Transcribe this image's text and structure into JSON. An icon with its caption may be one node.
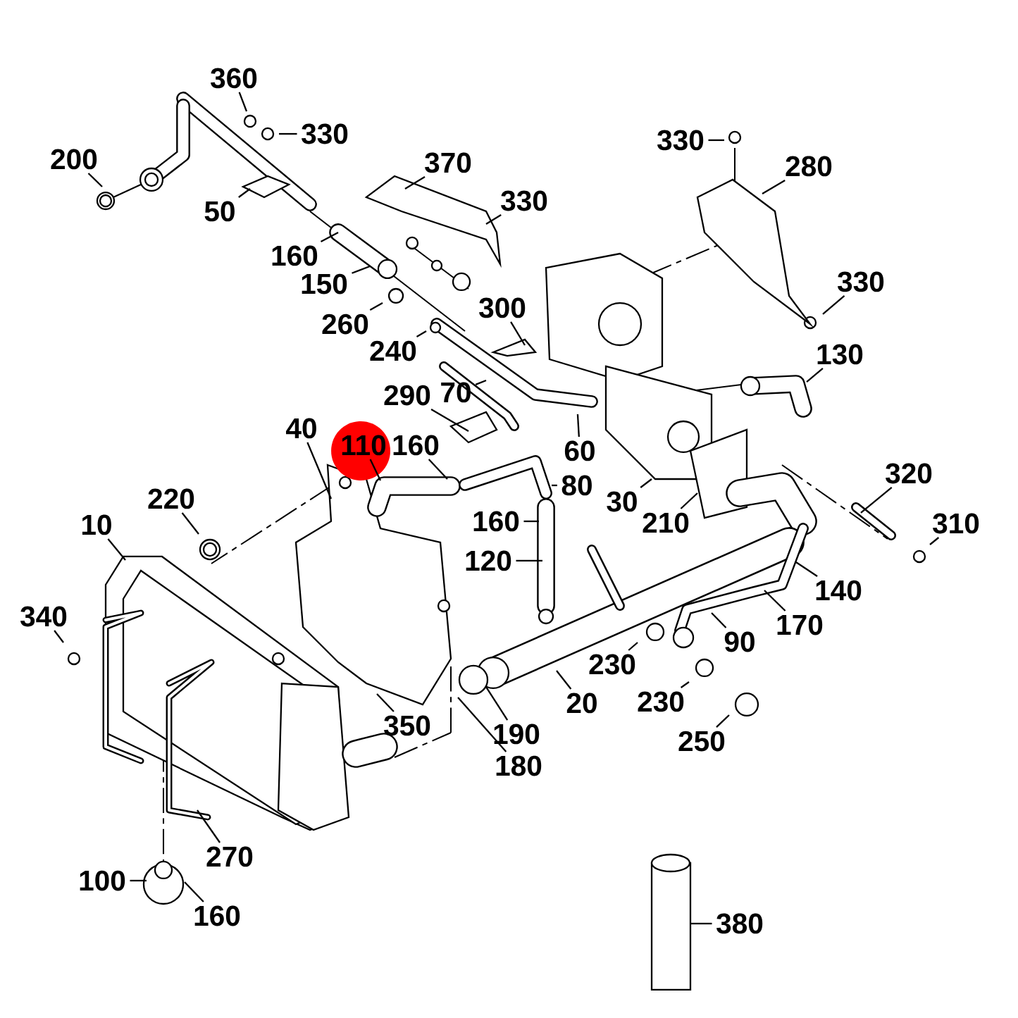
{
  "diagram": {
    "nodes": [
      {
        "text": [
          "360"
        ]
      },
      {
        "text": [
          "330"
        ]
      },
      {
        "text": [
          "200"
        ]
      },
      {
        "text": [
          "50"
        ]
      },
      {
        "text": [
          "370"
        ]
      },
      {
        "text": [
          "330"
        ]
      },
      {
        "text": [
          "160"
        ]
      },
      {
        "text": [
          "150"
        ]
      },
      {
        "text": [
          "260"
        ]
      },
      {
        "text": [
          "240"
        ]
      },
      {
        "text": [
          "300"
        ]
      },
      {
        "text": [
          "70"
        ]
      },
      {
        "text": [
          "290"
        ]
      },
      {
        "text": [
          "60"
        ]
      },
      {
        "text": [
          "330"
        ]
      },
      {
        "text": [
          "280"
        ]
      },
      {
        "text": [
          "330"
        ]
      },
      {
        "text": [
          "130"
        ]
      },
      {
        "text": [
          "40"
        ]
      },
      {
        "text": [
          "110"
        ]
      },
      {
        "text": [
          "160"
        ]
      },
      {
        "text": [
          "80"
        ]
      },
      {
        "text": [
          "30"
        ]
      },
      {
        "text": [
          "210"
        ]
      },
      {
        "text": [
          "320"
        ]
      },
      {
        "text": [
          "310"
        ]
      },
      {
        "text": [
          "220"
        ]
      },
      {
        "text": [
          "10"
        ]
      },
      {
        "text": [
          "160"
        ]
      },
      {
        "text": [
          "120"
        ]
      },
      {
        "text": [
          "140"
        ]
      },
      {
        "text": [
          "170"
        ]
      },
      {
        "text": [
          "340"
        ]
      },
      {
        "text": [
          "90"
        ]
      },
      {
        "text": [
          "230"
        ]
      },
      {
        "text": [
          "230"
        ]
      },
      {
        "text": [
          "20"
        ]
      },
      {
        "text": [
          "350"
        ]
      },
      {
        "text": [
          "190"
        ]
      },
      {
        "text": [
          "180"
        ]
      },
      {
        "text": [
          "250"
        ]
      },
      {
        "text": [
          "270"
        ]
      },
      {
        "text": [
          "100"
        ]
      },
      {
        "text": [
          "160"
        ]
      },
      {
        "text": [
          "380"
        ]
      }
    ],
    "edges": [
      {
        "from": 0,
        "to": null,
        "arrow": "none"
      },
      {
        "from": 1,
        "to": null,
        "arrow": "none"
      },
      {
        "from": 2,
        "to": null,
        "arrow": "none"
      },
      {
        "from": 3,
        "to": null,
        "arrow": "none"
      },
      {
        "from": 4,
        "to": null,
        "arrow": "none"
      },
      {
        "from": 5,
        "to": null,
        "arrow": "none"
      },
      {
        "from": 6,
        "to": null,
        "arrow": "none"
      },
      {
        "from": 7,
        "to": null,
        "arrow": "none"
      },
      {
        "from": 8,
        "to": null,
        "arrow": "none"
      },
      {
        "from": 9,
        "to": null,
        "arrow": "none"
      },
      {
        "from": 10,
        "to": null,
        "arrow": "none"
      },
      {
        "from": 11,
        "to": null,
        "arrow": "none"
      },
      {
        "from": 12,
        "to": null,
        "arrow": "none"
      },
      {
        "from": 13,
        "to": null,
        "arrow": "none"
      },
      {
        "from": 14,
        "to": null,
        "arrow": "none"
      },
      {
        "from": 15,
        "to": null,
        "arrow": "none"
      },
      {
        "from": 16,
        "to": null,
        "arrow": "none"
      },
      {
        "from": 17,
        "to": null,
        "arrow": "none"
      },
      {
        "from": 18,
        "to": null,
        "arrow": "none"
      },
      {
        "from": 19,
        "to": null,
        "arrow": "none"
      },
      {
        "from": 20,
        "to": null,
        "arrow": "none"
      },
      {
        "from": 21,
        "to": null,
        "arrow": "none"
      },
      {
        "from": 22,
        "to": null,
        "arrow": "none"
      },
      {
        "from": 23,
        "to": null,
        "arrow": "none"
      },
      {
        "from": 24,
        "to": null,
        "arrow": "none"
      },
      {
        "from": 25,
        "to": null,
        "arrow": "none"
      },
      {
        "from": 26,
        "to": null,
        "arrow": "none"
      },
      {
        "from": 27,
        "to": null,
        "arrow": "none"
      },
      {
        "from": 28,
        "to": null,
        "arrow": "none"
      },
      {
        "from": 29,
        "to": null,
        "arrow": "none"
      },
      {
        "from": 30,
        "to": null,
        "arrow": "none"
      },
      {
        "from": 31,
        "to": null,
        "arrow": "none"
      },
      {
        "from": 32,
        "to": null,
        "arrow": "none"
      },
      {
        "from": 33,
        "to": null,
        "arrow": "none"
      },
      {
        "from": 34,
        "to": null,
        "arrow": "none"
      },
      {
        "from": 35,
        "to": null,
        "arrow": "none"
      },
      {
        "from": 36,
        "to": null,
        "arrow": "none"
      },
      {
        "from": 37,
        "to": null,
        "arrow": "none"
      },
      {
        "from": 38,
        "to": null,
        "arrow": "none"
      },
      {
        "from": 39,
        "to": null,
        "arrow": "none"
      },
      {
        "from": 40,
        "to": null,
        "arrow": "none"
      },
      {
        "from": 41,
        "to": null,
        "arrow": "none"
      },
      {
        "from": 42,
        "to": null,
        "arrow": "none"
      },
      {
        "from": 43,
        "to": null,
        "arrow": "none"
      },
      {
        "from": 44,
        "to": null,
        "arrow": "none"
      }
    ]
  }
}
